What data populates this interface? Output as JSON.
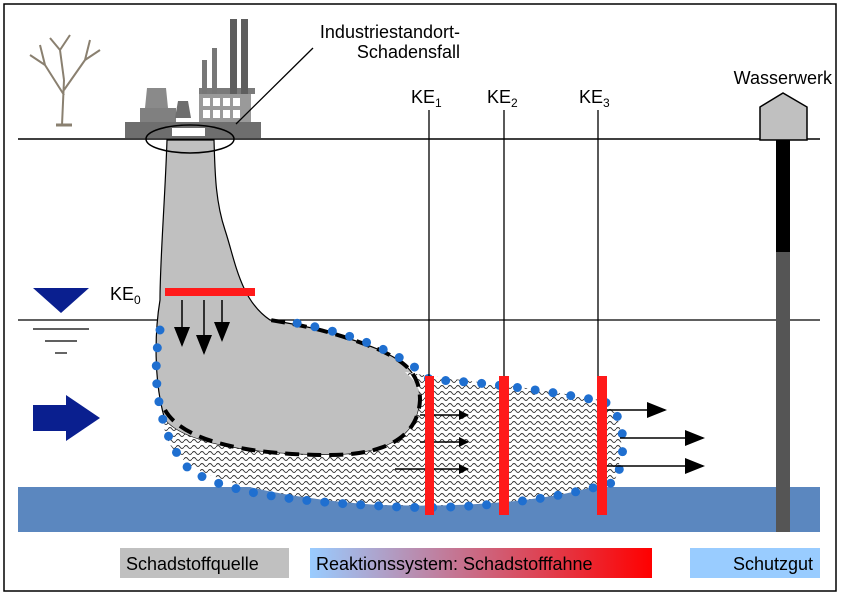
{
  "labels": {
    "industry": [
      "Industriestandort-",
      "Schadensfall"
    ],
    "waterworks": "Wasserwerk",
    "ke0": {
      "base": "KE",
      "sub": "0"
    },
    "ke1": {
      "base": "KE",
      "sub": "1"
    },
    "ke2": {
      "base": "KE",
      "sub": "2"
    },
    "ke3": {
      "base": "KE",
      "sub": "3"
    }
  },
  "legend": {
    "source": "Schadstoffquelle",
    "reaction": "Reaktionssystem: Schadstofffahne",
    "protected": "Schutzgut"
  },
  "colors": {
    "source_gray": "#c0c0c0",
    "aquifer_blue": "#5b87bf",
    "barrier_red": "#ff1a1a",
    "dot_blue": "#1f6fd0",
    "arrow_navy": "#0a1f8f",
    "legend_light_blue": "#99ccff"
  }
}
